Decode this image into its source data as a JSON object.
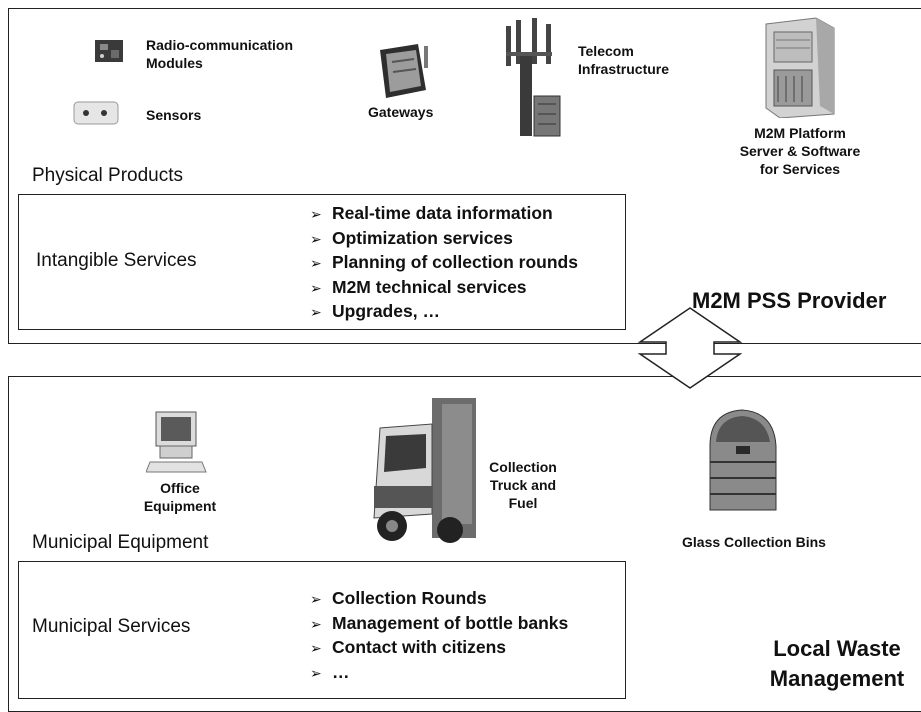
{
  "top_section": {
    "items": [
      {
        "label": "Radio-communication\nModules"
      },
      {
        "label": "Sensors"
      },
      {
        "label": "Gateways"
      },
      {
        "label": "Telecom\nInfrastructure"
      },
      {
        "label": "M2M Platform\nServer & Software\nfor Services"
      }
    ],
    "products_heading": "Physical Products",
    "services_heading": "Intangible Services",
    "services": [
      "Real-time data information",
      "Optimization services",
      "Planning of collection rounds",
      "M2M technical services",
      "Upgrades, …"
    ],
    "actor": "M2M PSS Provider"
  },
  "bottom_section": {
    "items": [
      {
        "label": "Office\nEquipment"
      },
      {
        "label": "Collection\nTruck and\nFuel"
      },
      {
        "label": "Glass Collection Bins"
      }
    ],
    "products_heading": "Municipal Equipment",
    "services_heading": "Municipal Services",
    "services": [
      "Collection Rounds",
      "Management of bottle banks",
      "Contact with citizens",
      "…"
    ],
    "actor": "Local Waste\nManagement"
  },
  "bullet_glyph": "➢",
  "colors": {
    "border": "#222222",
    "icon_dark": "#3a3a3a",
    "icon_mid": "#8a8a8a",
    "icon_light": "#cfcfcf"
  }
}
